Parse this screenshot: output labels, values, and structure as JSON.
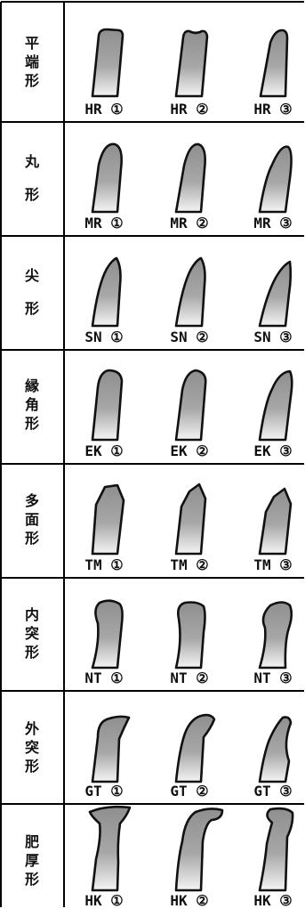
{
  "rows": [
    {
      "category": [
        "平",
        "端",
        "形"
      ],
      "items": [
        "HR ①",
        "HR ②",
        "HR ③"
      ]
    },
    {
      "category": [
        "丸",
        "形"
      ],
      "items": [
        "MR ①",
        "MR ②",
        "MR ③"
      ]
    },
    {
      "category": [
        "尖",
        "形"
      ],
      "items": [
        "SN ①",
        "SN ②",
        "SN ③"
      ]
    },
    {
      "category": [
        "縁",
        "角",
        "形"
      ],
      "items": [
        "EK ①",
        "EK ②",
        "EK ③"
      ]
    },
    {
      "category": [
        "多",
        "面",
        "形"
      ],
      "items": [
        "TM ①",
        "TM ②",
        "TM ③"
      ]
    },
    {
      "category": [
        "内",
        "突",
        "形"
      ],
      "items": [
        "NT ①",
        "NT ②",
        "NT ③"
      ]
    },
    {
      "category": [
        "外",
        "突",
        "形"
      ],
      "items": [
        "GT ①",
        "GT ②",
        "GT ③"
      ]
    },
    {
      "category": [
        "肥",
        "厚",
        "形"
      ],
      "items": [
        "HK ①",
        "HK ②",
        "HK ③"
      ]
    }
  ],
  "colors": {
    "shape_fill_top": "#8f8f8f",
    "shape_fill_bottom": "#f4f4f4",
    "outline": "#111111",
    "grid": "#000000"
  }
}
